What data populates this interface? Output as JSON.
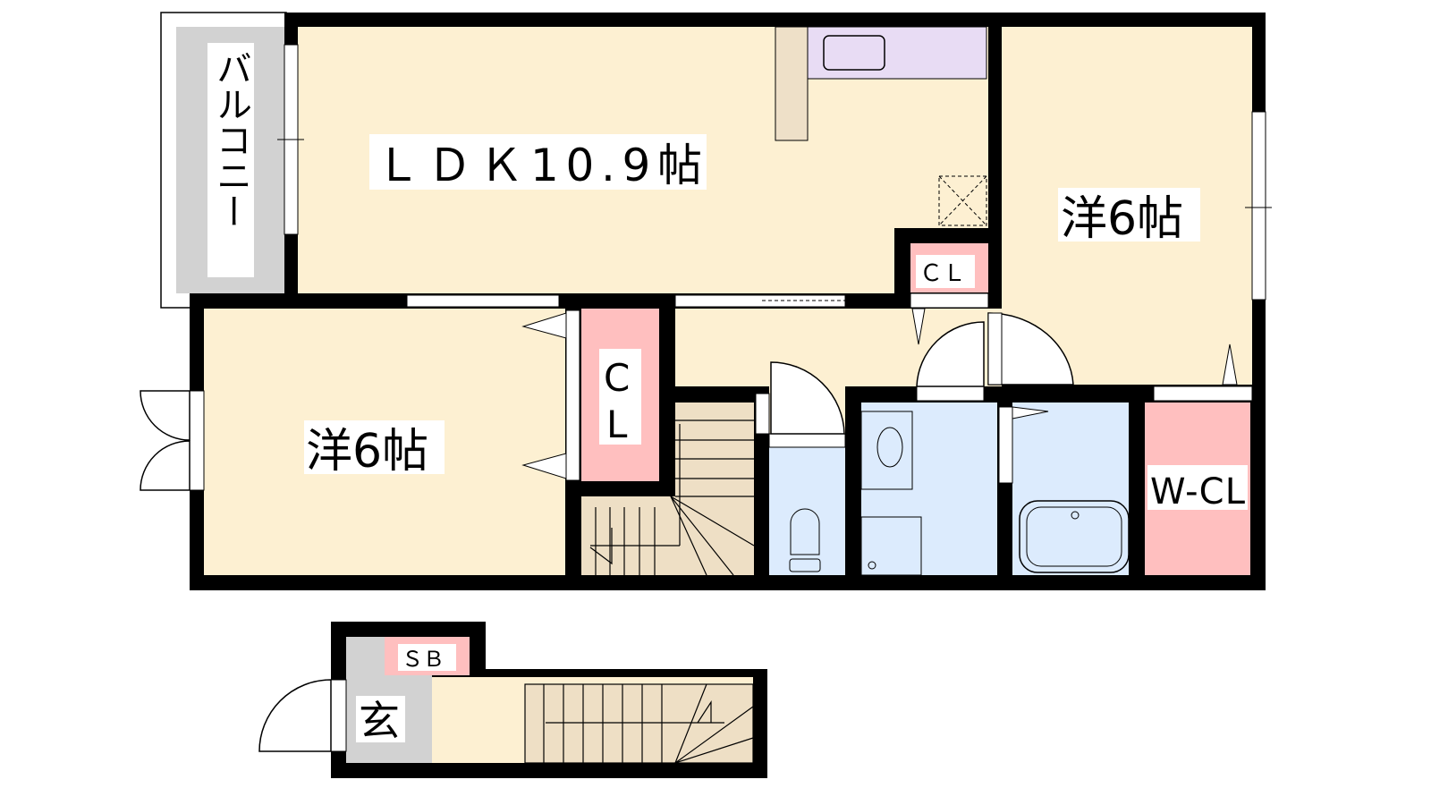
{
  "rooms": {
    "balcony": "バルコニー",
    "ldk": "ＬＤＫ10.9帖",
    "western_right": "洋6帖",
    "western_left": "洋6帖",
    "closet_small": "ＣＬ",
    "closet_left_c": "C",
    "closet_left_l": "L",
    "walk_in_closet": "W-CL",
    "shoe_box": "ＳＢ",
    "entrance": "玄"
  },
  "colors": {
    "room": "#fdf0d2",
    "closet": "#ffbfbf",
    "wet": "#dcebfd",
    "stairs": "#eedfc5",
    "kitchen": "#e8dcf4",
    "balcony": "#d2d2d2",
    "wall": "#000000"
  }
}
